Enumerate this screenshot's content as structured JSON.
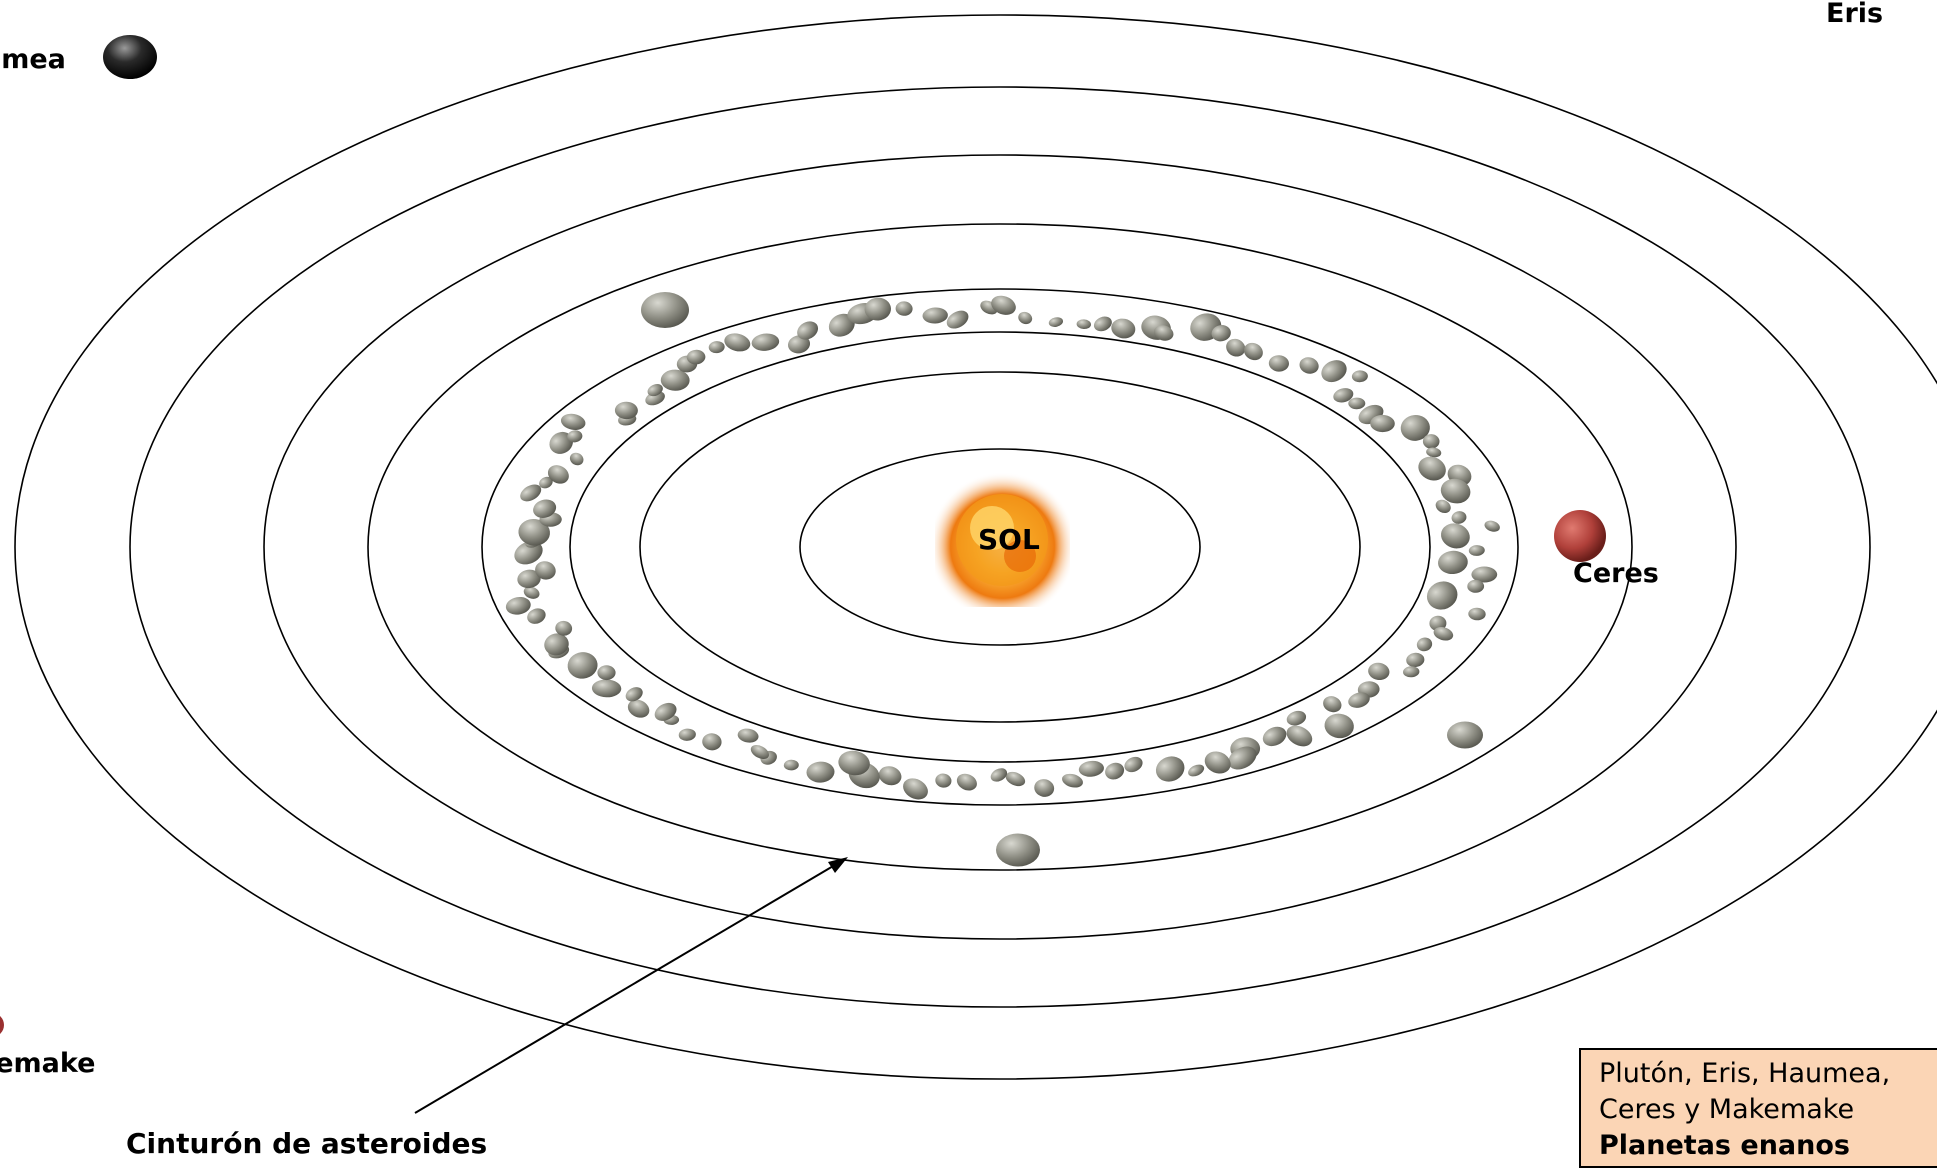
{
  "labels": {
    "sun": "SOL",
    "ceres": "Ceres",
    "eris": "Eris",
    "haumea": "umea",
    "makemake": "kemake",
    "belt": "Cinturón de asteroides"
  },
  "legend": {
    "line1": "Plutón, Eris, Haumea,",
    "line2": "Ceres y Makemake",
    "line3": "Planetas enanos"
  },
  "colors": {
    "legend_background": "#fbd5b5",
    "ceres": "#b0403a",
    "haumea": "#2a2a2a",
    "makemake": "#9a3030",
    "sun": "#f08a10",
    "asteroid": "#8f8f85"
  }
}
